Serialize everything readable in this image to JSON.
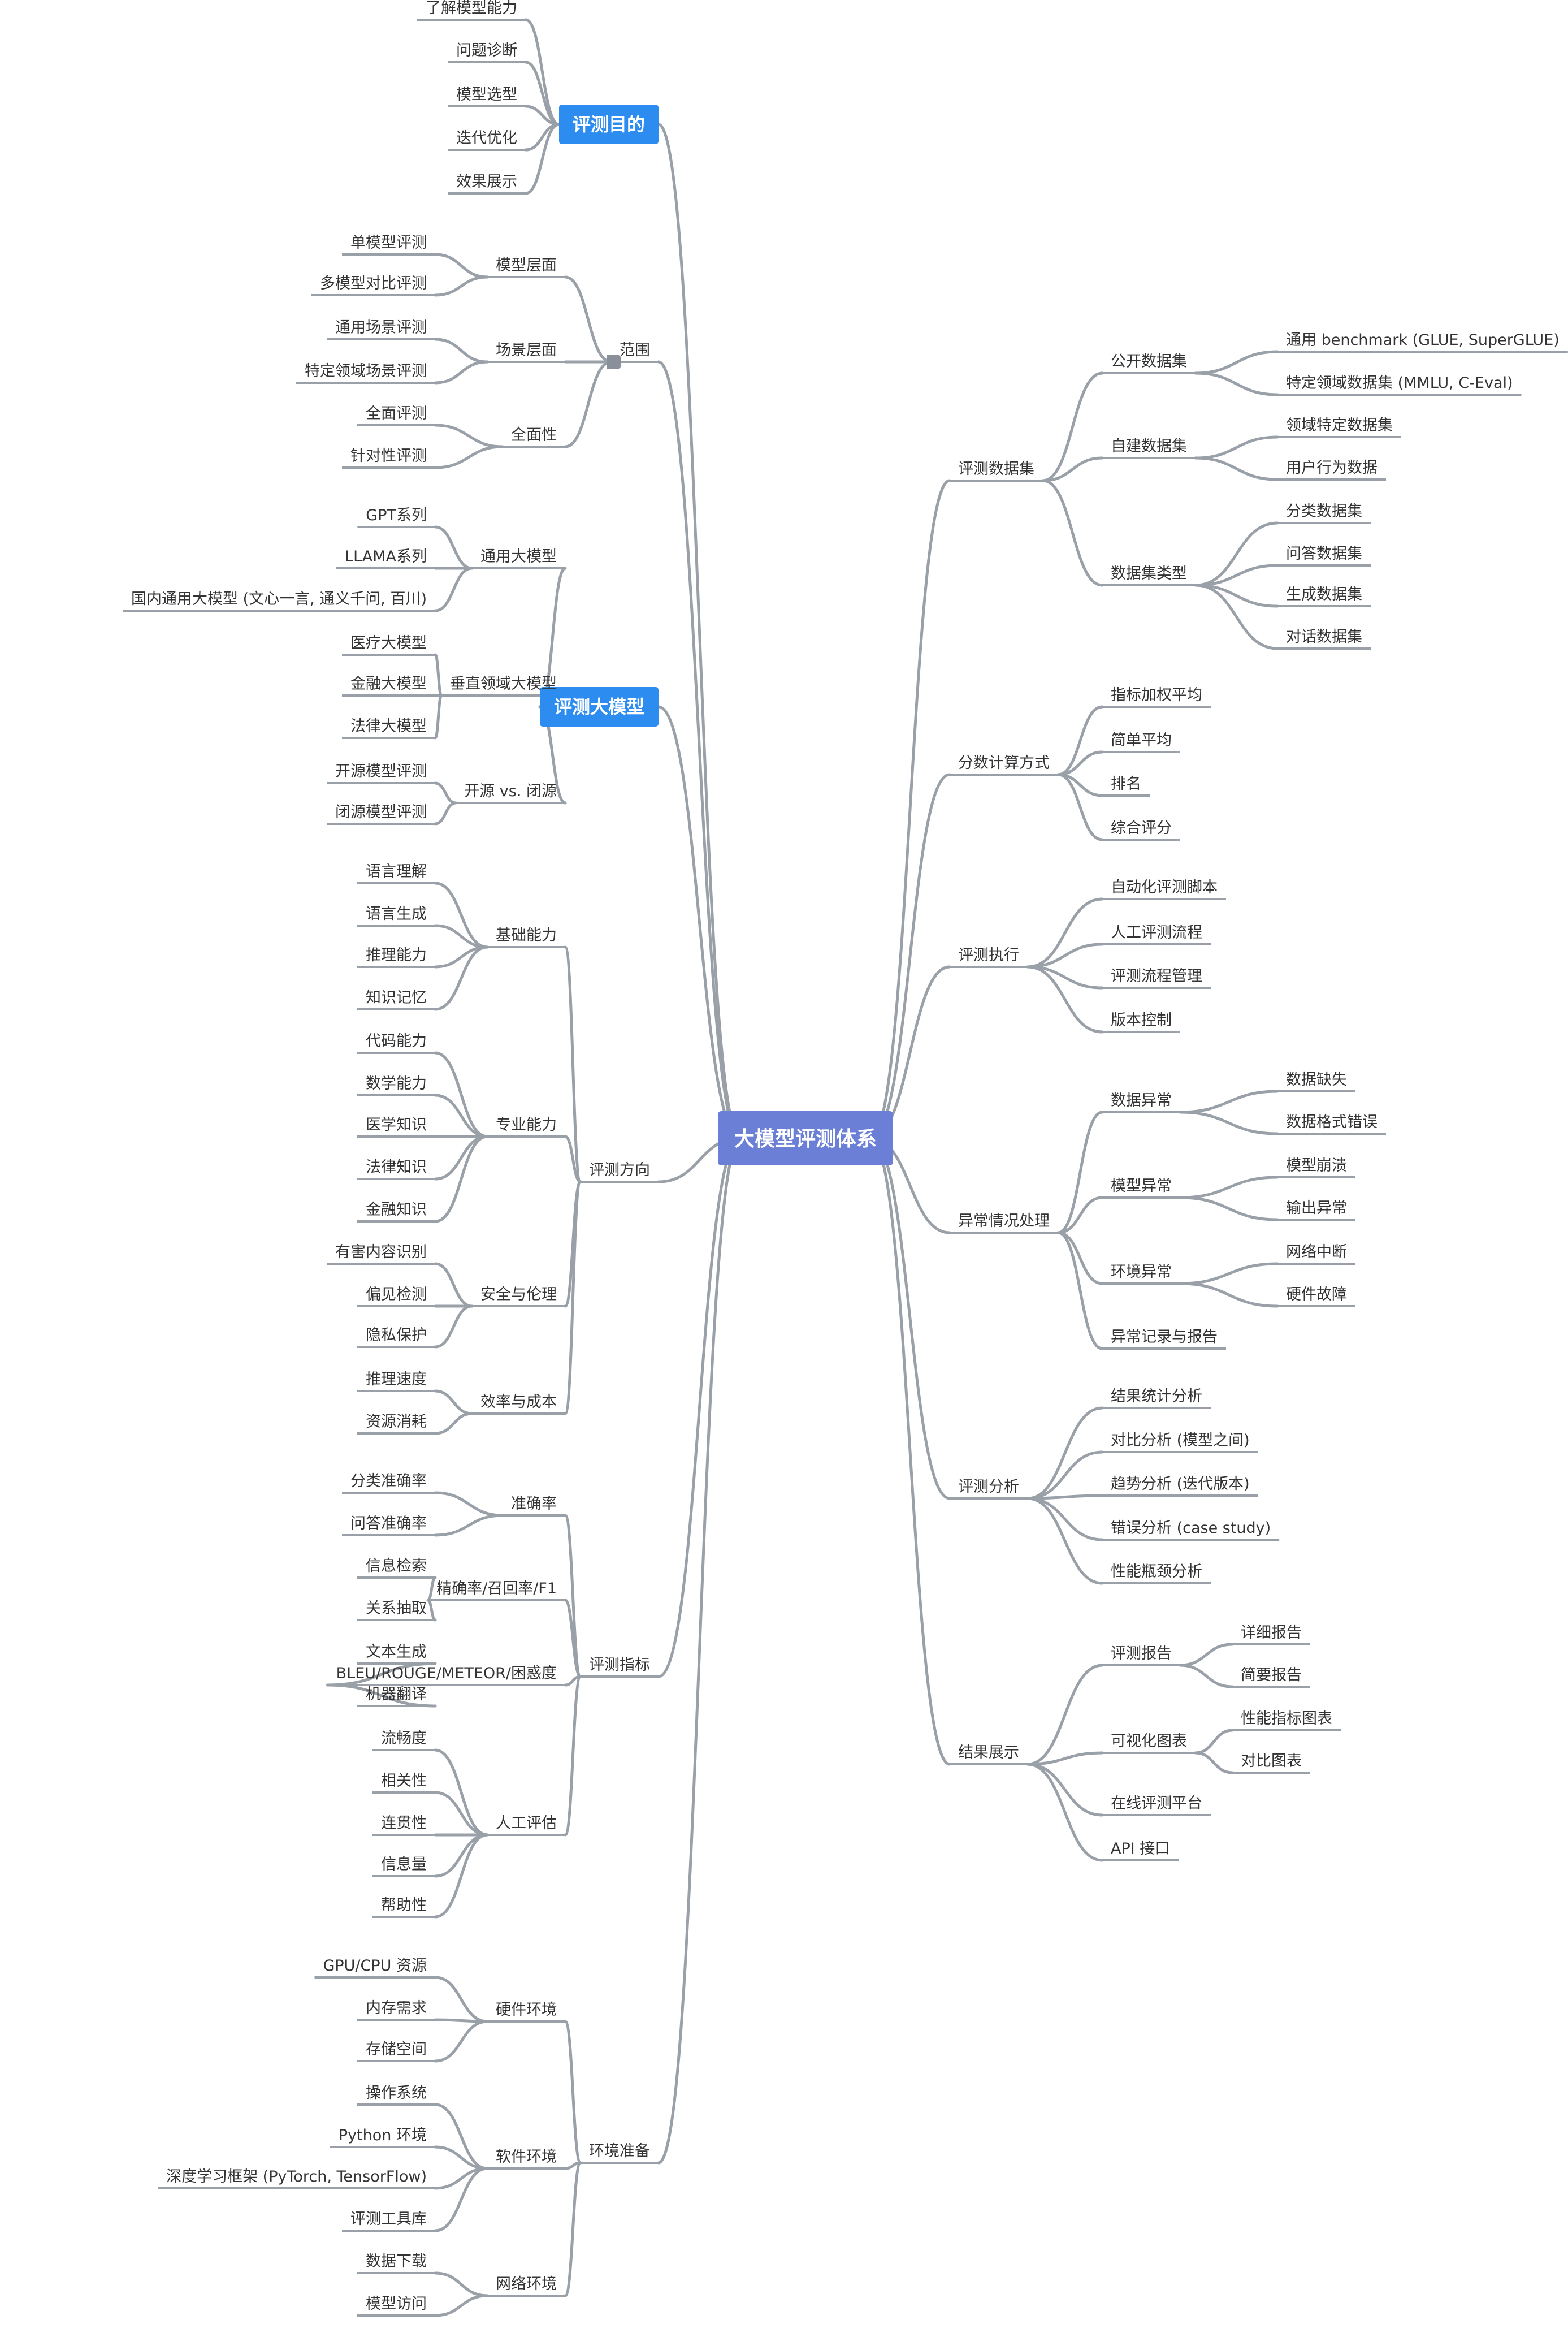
{
  "colors": {
    "root_fill": "#6b7fd7",
    "primary_fill": "#2d8cf0",
    "line": "#9aa0a8",
    "text": "#333333",
    "collapse_toggle": "#8a9099"
  },
  "mindmap": {
    "root": {
      "label": "大模型评测体系"
    },
    "left_branches": [
      {
        "label": "评测目的",
        "emphasis": true,
        "children": [
          {
            "label": "了解模型能力"
          },
          {
            "label": "问题诊断"
          },
          {
            "label": "模型选型"
          },
          {
            "label": "迭代优化"
          },
          {
            "label": "效果展示"
          }
        ]
      },
      {
        "label": "范围",
        "has_toggle": true,
        "children": [
          {
            "label": "模型层面",
            "children": [
              {
                "label": "单模型评测"
              },
              {
                "label": "多模型对比评测"
              }
            ]
          },
          {
            "label": "场景层面",
            "children": [
              {
                "label": "通用场景评测"
              },
              {
                "label": "特定领域场景评测"
              }
            ]
          },
          {
            "label": "全面性",
            "children": [
              {
                "label": "全面评测"
              },
              {
                "label": "针对性评测"
              }
            ]
          }
        ]
      },
      {
        "label": "评测大模型",
        "emphasis": true,
        "children": [
          {
            "label": "通用大模型",
            "children": [
              {
                "label": "GPT系列"
              },
              {
                "label": "LLAMA系列"
              },
              {
                "label": "国内通用大模型 (文心一言, 通义千问, 百川)"
              }
            ]
          },
          {
            "label": "垂直领域大模型",
            "children": [
              {
                "label": "医疗大模型"
              },
              {
                "label": "金融大模型"
              },
              {
                "label": "法律大模型"
              }
            ]
          },
          {
            "label": "开源 vs. 闭源",
            "children": [
              {
                "label": "开源模型评测"
              },
              {
                "label": "闭源模型评测"
              }
            ]
          }
        ]
      },
      {
        "label": "评测方向",
        "children": [
          {
            "label": "基础能力",
            "children": [
              {
                "label": "语言理解"
              },
              {
                "label": "语言生成"
              },
              {
                "label": "推理能力"
              },
              {
                "label": "知识记忆"
              }
            ]
          },
          {
            "label": "专业能力",
            "children": [
              {
                "label": "代码能力"
              },
              {
                "label": "数学能力"
              },
              {
                "label": "医学知识"
              },
              {
                "label": "法律知识"
              },
              {
                "label": "金融知识"
              }
            ]
          },
          {
            "label": "安全与伦理",
            "children": [
              {
                "label": "有害内容识别"
              },
              {
                "label": "偏见检测"
              },
              {
                "label": "隐私保护"
              }
            ]
          },
          {
            "label": "效率与成本",
            "children": [
              {
                "label": "推理速度"
              },
              {
                "label": "资源消耗"
              }
            ]
          }
        ]
      },
      {
        "label": "评测指标",
        "children": [
          {
            "label": "准确率",
            "children": [
              {
                "label": "分类准确率"
              },
              {
                "label": "问答准确率"
              }
            ]
          },
          {
            "label": "精确率/召回率/F1",
            "children": [
              {
                "label": "信息检索"
              },
              {
                "label": "关系抽取"
              }
            ]
          },
          {
            "label": "BLEU/ROUGE/METEOR/困惑度",
            "children": [
              {
                "label": "文本生成"
              },
              {
                "label": "机器翻译"
              }
            ]
          },
          {
            "label": "人工评估",
            "children": [
              {
                "label": "流畅度"
              },
              {
                "label": "相关性"
              },
              {
                "label": "连贯性"
              },
              {
                "label": "信息量"
              },
              {
                "label": "帮助性"
              }
            ]
          }
        ]
      },
      {
        "label": "环境准备",
        "children": [
          {
            "label": "硬件环境",
            "children": [
              {
                "label": "GPU/CPU 资源"
              },
              {
                "label": "内存需求"
              },
              {
                "label": "存储空间"
              }
            ]
          },
          {
            "label": "软件环境",
            "children": [
              {
                "label": "操作系统"
              },
              {
                "label": "Python 环境"
              },
              {
                "label": "深度学习框架 (PyTorch, TensorFlow)"
              },
              {
                "label": "评测工具库"
              }
            ]
          },
          {
            "label": "网络环境",
            "children": [
              {
                "label": "数据下载"
              },
              {
                "label": "模型访问"
              }
            ]
          }
        ]
      }
    ],
    "right_branches": [
      {
        "label": "评测数据集",
        "children": [
          {
            "label": "公开数据集",
            "children": [
              {
                "label": "通用 benchmark (GLUE, SuperGLUE)"
              },
              {
                "label": "特定领域数据集 (MMLU, C-Eval)"
              }
            ]
          },
          {
            "label": "自建数据集",
            "children": [
              {
                "label": "领域特定数据集"
              },
              {
                "label": "用户行为数据"
              }
            ]
          },
          {
            "label": "数据集类型",
            "children": [
              {
                "label": "分类数据集"
              },
              {
                "label": "问答数据集"
              },
              {
                "label": "生成数据集"
              },
              {
                "label": "对话数据集"
              }
            ]
          }
        ]
      },
      {
        "label": "分数计算方式",
        "children": [
          {
            "label": "指标加权平均"
          },
          {
            "label": "简单平均"
          },
          {
            "label": "排名"
          },
          {
            "label": "综合评分"
          }
        ]
      },
      {
        "label": "评测执行",
        "children": [
          {
            "label": "自动化评测脚本"
          },
          {
            "label": "人工评测流程"
          },
          {
            "label": "评测流程管理"
          },
          {
            "label": "版本控制"
          }
        ]
      },
      {
        "label": "异常情况处理",
        "children": [
          {
            "label": "数据异常",
            "children": [
              {
                "label": "数据缺失"
              },
              {
                "label": "数据格式错误"
              }
            ]
          },
          {
            "label": "模型异常",
            "children": [
              {
                "label": "模型崩溃"
              },
              {
                "label": "输出异常"
              }
            ]
          },
          {
            "label": "环境异常",
            "children": [
              {
                "label": "网络中断"
              },
              {
                "label": "硬件故障"
              }
            ]
          },
          {
            "label": "异常记录与报告"
          }
        ]
      },
      {
        "label": "评测分析",
        "children": [
          {
            "label": "结果统计分析"
          },
          {
            "label": "对比分析 (模型之间)"
          },
          {
            "label": "趋势分析 (迭代版本)"
          },
          {
            "label": "错误分析 (case study)"
          },
          {
            "label": "性能瓶颈分析"
          }
        ]
      },
      {
        "label": "结果展示",
        "children": [
          {
            "label": "评测报告",
            "children": [
              {
                "label": "详细报告"
              },
              {
                "label": "简要报告"
              }
            ]
          },
          {
            "label": "可视化图表",
            "children": [
              {
                "label": "性能指标图表"
              },
              {
                "label": "对比图表"
              }
            ]
          },
          {
            "label": "在线评测平台"
          },
          {
            "label": "API 接口"
          }
        ]
      }
    ]
  }
}
